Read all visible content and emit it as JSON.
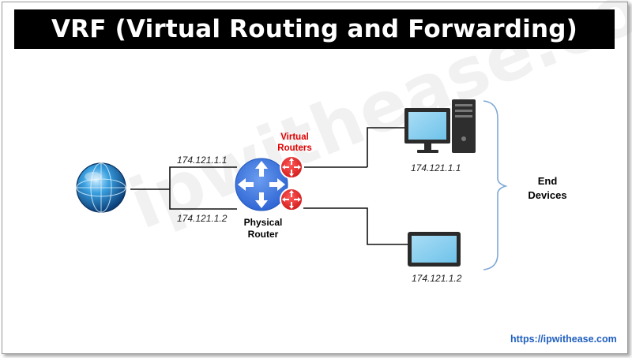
{
  "title": "VRF (Virtual Routing and Forwarding)",
  "labels": {
    "virtual_line1": "Virtual",
    "virtual_line2": "Routers",
    "physical_line1": "Physical",
    "physical_line2": "Router",
    "end_line1": "End",
    "end_line2": "Devices"
  },
  "ips": {
    "upper_link": "174.121.1.1",
    "lower_link": "174.121.1.2",
    "desktop": "174.121.1.1",
    "laptop": "174.121.1.2"
  },
  "watermark": "ipwithease.com",
  "footer_link": "https://ipwithease.com",
  "colors": {
    "title_bg": "#000000",
    "router_blue": "#3d7ae0",
    "virtual_red": "#e00000",
    "bracket": "#7fa9d6",
    "link": "#1f5fbf"
  },
  "icons": [
    "globe-icon",
    "router-icon",
    "virtual-router-icon",
    "desktop-computer-icon",
    "laptop-icon"
  ]
}
